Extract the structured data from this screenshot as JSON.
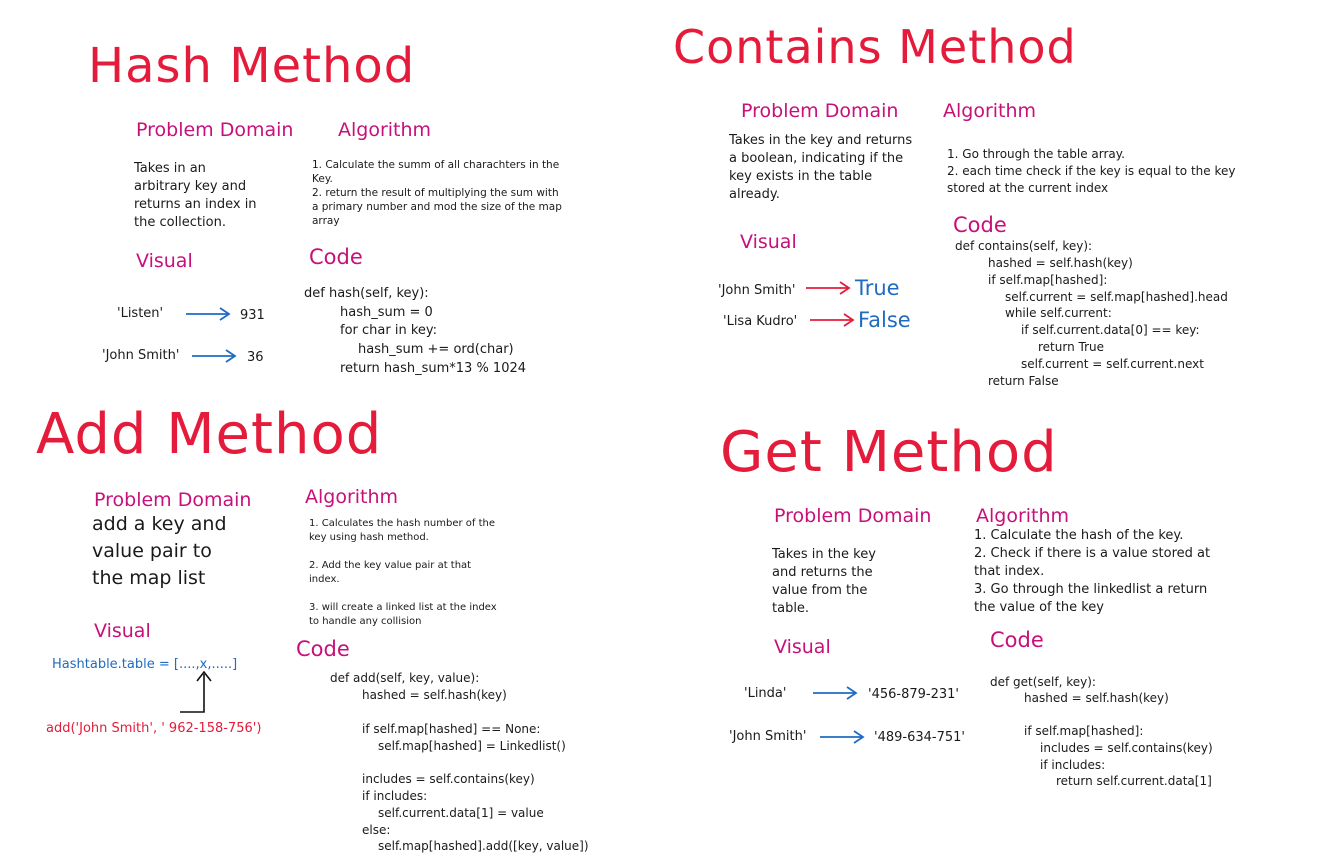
{
  "hash": {
    "title": "Hash Method",
    "pd_heading": "Problem Domain",
    "pd_lines": [
      "Takes in an",
      "arbitrary key and",
      "returns an index in",
      "the collection."
    ],
    "alg_heading": "Algorithm",
    "alg_lines": [
      "1. Calculate the summ of all charachters in the",
      "Key.",
      "2. return the result of multiplying the sum with",
      "a primary number and mod the size of the map",
      "array"
    ],
    "visual_heading": "Visual",
    "visual": [
      {
        "key": "'Listen'",
        "value": "931"
      },
      {
        "key": "'John Smith'",
        "value": "36"
      }
    ],
    "code_heading": "Code",
    "code_lines": [
      "def hash(self, key):",
      "hash_sum = 0",
      "for char in key:",
      "hash_sum += ord(char)",
      "return hash_sum*13 % 1024"
    ]
  },
  "contains": {
    "title": "Contains Method",
    "pd_heading": "Problem Domain",
    "pd_lines": [
      "Takes in the key and returns",
      "a boolean, indicating if the",
      "key exists in the table",
      "already."
    ],
    "alg_heading": "Algorithm",
    "alg_lines": [
      "1. Go through the table array.",
      "2. each time check if the key is equal to the key",
      "stored at the current index"
    ],
    "visual_heading": "Visual",
    "visual": [
      {
        "key": "'John Smith'",
        "value": "True"
      },
      {
        "key": "'Lisa Kudro'",
        "value": "False"
      }
    ],
    "code_heading": "Code",
    "code_lines": [
      "def contains(self, key):",
      "hashed = self.hash(key)",
      "if self.map[hashed]:",
      "self.current = self.map[hashed].head",
      "while self.current:",
      "if self.current.data[0] == key:",
      "return True",
      "self.current = self.current.next",
      "return False"
    ]
  },
  "add": {
    "title": "Add Method",
    "pd_heading": "Problem Domain",
    "pd_lines": [
      "add a key and",
      "value pair to",
      "the map list"
    ],
    "alg_heading": "Algorithm",
    "alg_lines": [
      "1. Calculates the hash number of the",
      "key using hash method.",
      "",
      "2. Add the key value pair at that",
      "index.",
      "",
      "3. will create a linked list at the index",
      "to handle any collision"
    ],
    "visual_heading": "Visual",
    "table_label": "Hashtable.table = [....,x,.....]",
    "add_call": "add('John Smith', ' 962-158-756')",
    "code_heading": "Code",
    "code_lines": [
      "def add(self, key, value):",
      "hashed = self.hash(key)",
      "",
      "if self.map[hashed] == None:",
      "self.map[hashed] = Linkedlist()",
      "",
      "includes = self.contains(key)",
      "if includes:",
      "self.current.data[1] = value",
      "else:",
      "self.map[hashed].add([key, value])"
    ]
  },
  "get": {
    "title": "Get Method",
    "pd_heading": "Problem Domain",
    "pd_lines": [
      "Takes in the key",
      "and returns the",
      "value from the",
      "table."
    ],
    "alg_heading": "Algorithm",
    "alg_lines": [
      "1. Calculate the hash of the key.",
      "2. Check if there is a value stored at",
      "that index.",
      "3. Go through the linkedlist a return",
      "the value of the key"
    ],
    "visual_heading": "Visual",
    "visual": [
      {
        "key": "'Linda'",
        "value": "'456-879-231'"
      },
      {
        "key": "'John Smith'",
        "value": "'489-634-751'"
      }
    ],
    "code_heading": "Code",
    "code_lines": [
      "def get(self, key):",
      "hashed = self.hash(key)",
      "",
      "if self.map[hashed]:",
      "includes = self.contains(key)",
      "if includes:",
      "return self.current.data[1]"
    ]
  },
  "colors": {
    "title": "#e41b3a",
    "heading": "#c8107a",
    "arrow_blue": "#1f6bc2",
    "arrow_red": "#e41b3a",
    "text": "#1a1a1a"
  }
}
